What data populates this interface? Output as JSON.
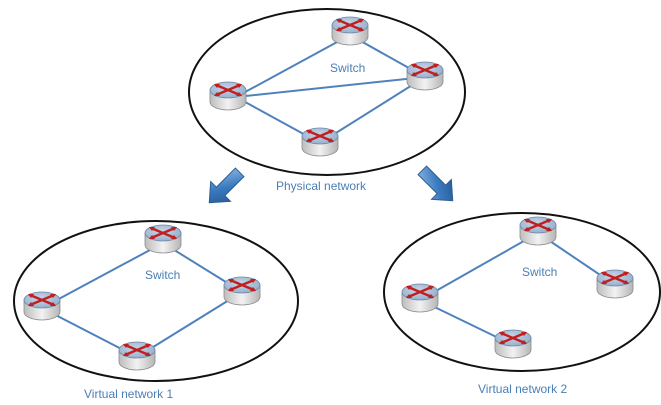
{
  "colors": {
    "ellipse_stroke": "#111111",
    "link": "#4f81bd",
    "label": "#4a7fb5",
    "router_top": "#a9bfd9",
    "router_body": "#d8d8d8",
    "router_arrow": "#cc1f1f",
    "arrow_fill": "#2f6aa3"
  },
  "icons": {
    "router": "router-icon",
    "arrow": "down-arrow-icon"
  },
  "physical": {
    "switch_label": "Switch",
    "caption": "Physical network"
  },
  "virtual1": {
    "switch_label": "Switch",
    "caption": "Virtual network 1"
  },
  "virtual2": {
    "switch_label": "Switch",
    "caption": "Virtual network 2"
  }
}
